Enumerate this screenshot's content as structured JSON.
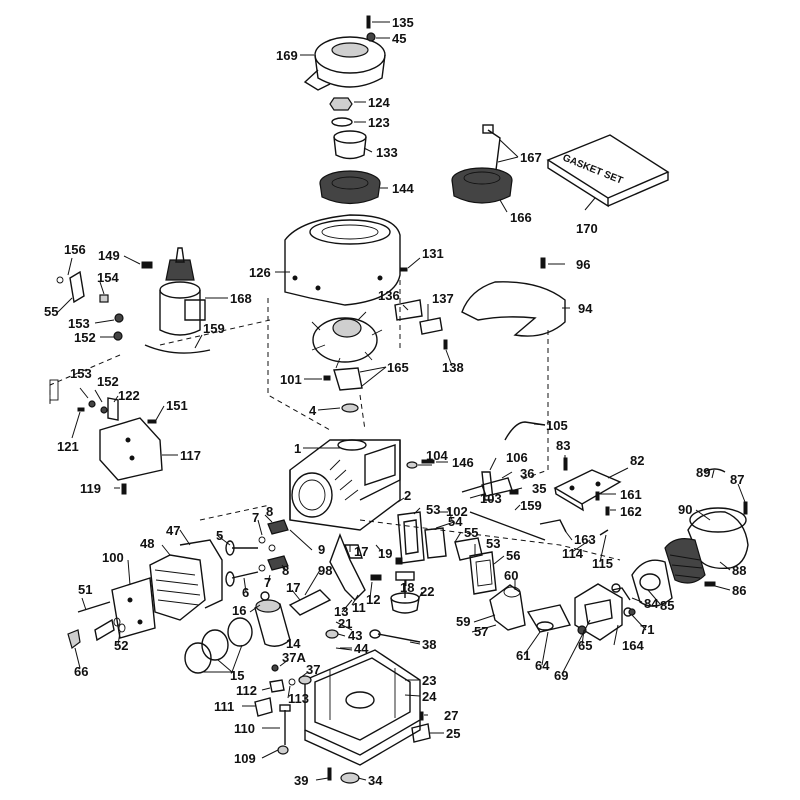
{
  "gasket_box": {
    "label": "GASKET SET"
  },
  "callouts": [
    {
      "id": "c135",
      "text": "135"
    },
    {
      "id": "c45",
      "text": "45"
    },
    {
      "id": "c169",
      "text": "169"
    },
    {
      "id": "c124",
      "text": "124"
    },
    {
      "id": "c123",
      "text": "123"
    },
    {
      "id": "c133",
      "text": "133"
    },
    {
      "id": "c144",
      "text": "144"
    },
    {
      "id": "c167",
      "text": "167"
    },
    {
      "id": "c166",
      "text": "166"
    },
    {
      "id": "c170",
      "text": "170"
    },
    {
      "id": "c131",
      "text": "131"
    },
    {
      "id": "c126",
      "text": "126"
    },
    {
      "id": "c96",
      "text": "96"
    },
    {
      "id": "c94",
      "text": "94"
    },
    {
      "id": "c156",
      "text": "156"
    },
    {
      "id": "c149",
      "text": "149"
    },
    {
      "id": "c154",
      "text": "154"
    },
    {
      "id": "c168",
      "text": "168"
    },
    {
      "id": "c55",
      "text": "55"
    },
    {
      "id": "c153a",
      "text": "153"
    },
    {
      "id": "c152a",
      "text": "152"
    },
    {
      "id": "c159a",
      "text": "159"
    },
    {
      "id": "c136",
      "text": "136"
    },
    {
      "id": "c137",
      "text": "137"
    },
    {
      "id": "c138",
      "text": "138"
    },
    {
      "id": "c165",
      "text": "165"
    },
    {
      "id": "c101",
      "text": "101"
    },
    {
      "id": "c4",
      "text": "4"
    },
    {
      "id": "c153b",
      "text": "153"
    },
    {
      "id": "c152b",
      "text": "152"
    },
    {
      "id": "c122",
      "text": "122"
    },
    {
      "id": "c151",
      "text": "151"
    },
    {
      "id": "c121",
      "text": "121"
    },
    {
      "id": "c117",
      "text": "117"
    },
    {
      "id": "c119",
      "text": "119"
    },
    {
      "id": "c1",
      "text": "1"
    },
    {
      "id": "c104",
      "text": "104"
    },
    {
      "id": "c146",
      "text": "146"
    },
    {
      "id": "c105",
      "text": "105"
    },
    {
      "id": "c106",
      "text": "106"
    },
    {
      "id": "c83",
      "text": "83"
    },
    {
      "id": "c82",
      "text": "82"
    },
    {
      "id": "c36",
      "text": "36"
    },
    {
      "id": "c35",
      "text": "35"
    },
    {
      "id": "c103",
      "text": "103"
    },
    {
      "id": "c161",
      "text": "161"
    },
    {
      "id": "c162",
      "text": "162"
    },
    {
      "id": "c89",
      "text": "89"
    },
    {
      "id": "c87",
      "text": "87"
    },
    {
      "id": "c90",
      "text": "90"
    },
    {
      "id": "c2",
      "text": "2"
    },
    {
      "id": "c102",
      "text": "102"
    },
    {
      "id": "c159b",
      "text": "159"
    },
    {
      "id": "c53a",
      "text": "53"
    },
    {
      "id": "c54",
      "text": "54"
    },
    {
      "id": "c55b",
      "text": "55"
    },
    {
      "id": "c53b",
      "text": "53"
    },
    {
      "id": "c56",
      "text": "56"
    },
    {
      "id": "c163",
      "text": "163"
    },
    {
      "id": "c114",
      "text": "114"
    },
    {
      "id": "c115",
      "text": "115"
    },
    {
      "id": "c88",
      "text": "88"
    },
    {
      "id": "c86",
      "text": "86"
    },
    {
      "id": "c8a",
      "text": "8"
    },
    {
      "id": "c7a",
      "text": "7"
    },
    {
      "id": "c5",
      "text": "5"
    },
    {
      "id": "c47",
      "text": "47"
    },
    {
      "id": "c48",
      "text": "48"
    },
    {
      "id": "c9",
      "text": "9"
    },
    {
      "id": "c100",
      "text": "100"
    },
    {
      "id": "c17a",
      "text": "17"
    },
    {
      "id": "c19",
      "text": "19"
    },
    {
      "id": "c98",
      "text": "98"
    },
    {
      "id": "c8b",
      "text": "8"
    },
    {
      "id": "c7b",
      "text": "7"
    },
    {
      "id": "c6",
      "text": "6"
    },
    {
      "id": "c51",
      "text": "51"
    },
    {
      "id": "c60",
      "text": "60"
    },
    {
      "id": "c18",
      "text": "18"
    },
    {
      "id": "c22",
      "text": "22"
    },
    {
      "id": "c13",
      "text": "13"
    },
    {
      "id": "c11",
      "text": "11"
    },
    {
      "id": "c12",
      "text": "12"
    },
    {
      "id": "c85",
      "text": "85"
    },
    {
      "id": "c84",
      "text": "84"
    },
    {
      "id": "c16",
      "text": "16"
    },
    {
      "id": "c17b",
      "text": "17"
    },
    {
      "id": "c59",
      "text": "59"
    },
    {
      "id": "c57",
      "text": "57"
    },
    {
      "id": "c71",
      "text": "71"
    },
    {
      "id": "c52",
      "text": "52"
    },
    {
      "id": "c21",
      "text": "21"
    },
    {
      "id": "c14",
      "text": "14"
    },
    {
      "id": "c43",
      "text": "43"
    },
    {
      "id": "c38",
      "text": "38"
    },
    {
      "id": "c65",
      "text": "65"
    },
    {
      "id": "c164",
      "text": "164"
    },
    {
      "id": "c61",
      "text": "61"
    },
    {
      "id": "c64",
      "text": "64"
    },
    {
      "id": "c66",
      "text": "66"
    },
    {
      "id": "c15",
      "text": "15"
    },
    {
      "id": "c44",
      "text": "44"
    },
    {
      "id": "c69",
      "text": "69"
    },
    {
      "id": "c37A",
      "text": "37A"
    },
    {
      "id": "c23",
      "text": "23"
    },
    {
      "id": "c37",
      "text": "37"
    },
    {
      "id": "c112",
      "text": "112"
    },
    {
      "id": "c113",
      "text": "113"
    },
    {
      "id": "c24",
      "text": "24"
    },
    {
      "id": "c111",
      "text": "111"
    },
    {
      "id": "c27",
      "text": "27"
    },
    {
      "id": "c110",
      "text": "110"
    },
    {
      "id": "c25",
      "text": "25"
    },
    {
      "id": "c109",
      "text": "109"
    },
    {
      "id": "c39",
      "text": "39"
    },
    {
      "id": "c34",
      "text": "34"
    }
  ]
}
